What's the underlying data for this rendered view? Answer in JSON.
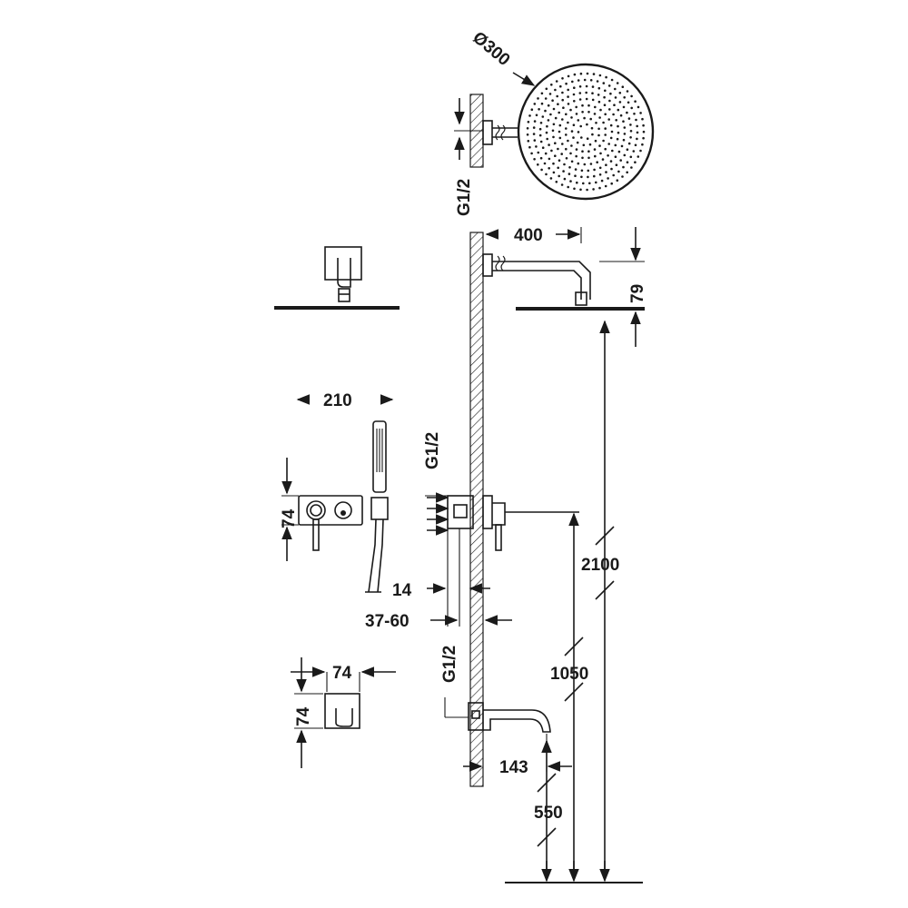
{
  "dimensions": {
    "shower_head_diameter": "Ø300",
    "thread_head": "G1/2",
    "arm_length": "400",
    "arm_drop": "79",
    "plate_width": "210",
    "plate_height": "74",
    "thread_valve": "G1/2",
    "wall_offset_a": "14",
    "wall_range": "37-60",
    "total_height": "2100",
    "valve_height": "1050",
    "thread_spout": "G1/2",
    "spout_plate_width": "74",
    "spout_plate_height": "74",
    "spout_length": "143",
    "spout_height": "550"
  },
  "colors": {
    "line": "#1a1a1a",
    "background": "#ffffff"
  }
}
